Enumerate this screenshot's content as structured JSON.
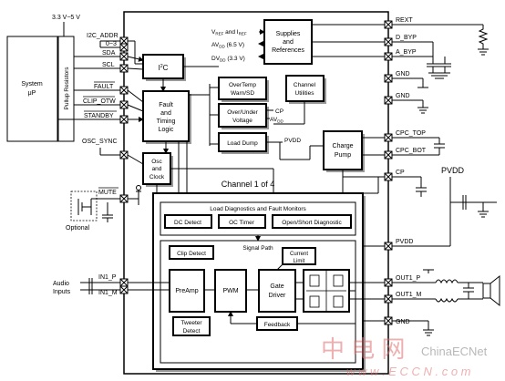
{
  "supply_label": "3.3 V−5 V",
  "system": {
    "label_line1": "System",
    "label_line2": "μP",
    "pullup_label": "Pullup Resistors"
  },
  "left_pins": {
    "i2c_addr": "I2C_ADDR",
    "i2c_addr_range": "0−3",
    "sda": "SDA",
    "scl": "SCL",
    "fault": "FAULT",
    "clip_otw": "CLIP_OTW",
    "standby": "STANDBY",
    "osc_sync": "OSC_SYNC",
    "mute": "MUTE",
    "optional": "Optional",
    "audio_inputs_line1": "Audio",
    "audio_inputs_line2": "Inputs",
    "in1_p": "IN1_P",
    "in1_m": "IN1_M"
  },
  "right_pins": {
    "rext": "REXT",
    "d_byp": "D_BYP",
    "a_byp": "A_BYP",
    "gnd1": "GND",
    "gnd2": "GND",
    "cpc_top": "CPC_TOP",
    "cpc_bot": "CPC_BOT",
    "cp": "CP",
    "pvdd": "PVDD",
    "out1_p": "OUT1_P",
    "out1_m": "OUT1_M",
    "gnd3": "GND"
  },
  "pvdd_external": "PVDD",
  "supply_refs": {
    "vref_prefix": "V",
    "vref_sub": "REF",
    "vref_and": " and I",
    "iref_sub": "REF",
    "avdd_prefix": "AV",
    "avdd_sub": "DD",
    "avdd_value": " (6.5 V)",
    "dvdd_prefix": "DV",
    "dvdd_sub": "DD",
    "dvdd_value": " (3.3 V)"
  },
  "blocks": {
    "supplies_l1": "Supplies",
    "supplies_l2": "and",
    "supplies_l3": "References",
    "i2c_main": "I",
    "i2c_sup": "2",
    "i2c_end": "C",
    "fault_l1": "Fault",
    "fault_l2": "and",
    "fault_l3": "Timing",
    "fault_l4": "Logic",
    "overtemp_l1": "OverTemp",
    "overtemp_l2": "Warn/SD",
    "overunder_l1": "Over/Under",
    "overunder_l2": "Voltage",
    "loaddump": "Load Dump",
    "channel_util_l1": "Channel",
    "channel_util_l2": "Utilities",
    "charge_pump_l1": "Charge",
    "charge_pump_l2": "Pump",
    "osc_l1": "Osc",
    "osc_l2": "and",
    "osc_l3": "Clock"
  },
  "cp_label": "CP",
  "avdd_inner_prefix": "AV",
  "avdd_inner_sub": "DD",
  "pvdd_inner": "PVDD",
  "channel_title": "Channel 1 of 4",
  "load_diag": {
    "title": "Load Diagnostics and Fault Monitors",
    "dc_detect": "DC Detect",
    "oc_timer": "OC Timer",
    "open_short": "Open/Short Diagnostic"
  },
  "signal_path": {
    "title": "Signal Path",
    "clip_detect": "Clip Detect",
    "preamp": "PreAmp",
    "pwm": "PWM",
    "current_limit_l1": "Current",
    "current_limit_l2": "Limit",
    "gate_l1": "Gate",
    "gate_l2": "Driver",
    "feedback": "Feedback",
    "tweeter_l1": "Tweeter",
    "tweeter_l2": "Detect"
  },
  "watermark": {
    "cn_chars": "中 电 网",
    "brand": "ChinaECNet",
    "url": "w w w . E C C N . c o m"
  }
}
